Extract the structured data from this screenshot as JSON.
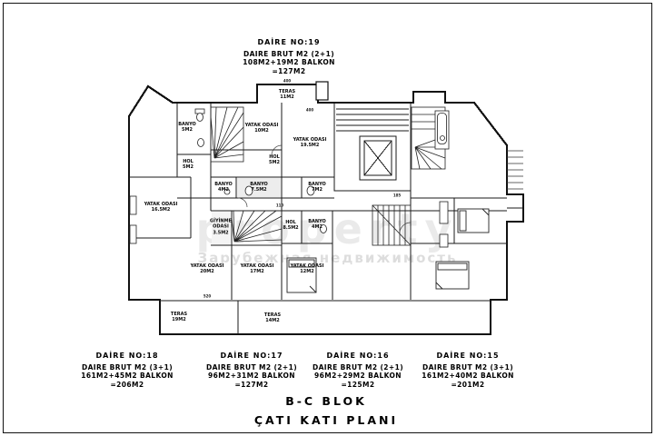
{
  "header": {
    "apartment": {
      "no": "DAİRE NO:19",
      "brut": "DAIRE BRUT M2 (2+1)",
      "area": "108M2+19M2 BALKON",
      "total": "=127M2"
    }
  },
  "plan": {
    "rooms": [
      {
        "label": "TERAS",
        "area": "11M2"
      },
      {
        "label": "BANYO",
        "area": "5M2"
      },
      {
        "label": "YATAK ODASI",
        "area": "10M2"
      },
      {
        "label": "YATAK ODASI",
        "area": "19.5M2"
      },
      {
        "label": "HOL",
        "area": "5M2"
      },
      {
        "label": "HOL",
        "area": "5M2"
      },
      {
        "label": "BANYO",
        "area": "4M2"
      },
      {
        "label": "BANYO",
        "area": "7.5M2"
      },
      {
        "label": "BANYO",
        "area": "7M2"
      },
      {
        "label": "YATAK ODASI",
        "area": "16.5M2"
      },
      {
        "label": "GİYİNME ODASI",
        "area": "3.5M2"
      },
      {
        "label": "HOL",
        "area": "8.5M2"
      },
      {
        "label": "BANYO",
        "area": "4M2"
      },
      {
        "label": "YATAK ODASI",
        "area": "20M2"
      },
      {
        "label": "YATAK ODASI",
        "area": "17M2"
      },
      {
        "label": "YATAK ODASI",
        "area": "12M2"
      },
      {
        "label": "TERAS",
        "area": "19M2"
      },
      {
        "label": "TERAS",
        "area": "14M2"
      }
    ],
    "dims": [
      {
        "value": "400"
      },
      {
        "value": "400"
      },
      {
        "value": "110"
      },
      {
        "value": "520"
      },
      {
        "value": "185"
      }
    ]
  },
  "watermark": {
    "brand": "property",
    "agency": "Зарубежная недвижимость"
  },
  "footer": {
    "apartments": [
      {
        "no": "DAİRE NO:18",
        "brut": "DAIRE BRUT M2 (3+1)",
        "area": "161M2+45M2 BALKON",
        "total": "=206M2"
      },
      {
        "no": "DAİRE NO:17",
        "brut": "DAIRE BRUT M2 (2+1)",
        "area": "96M2+31M2 BALKON",
        "total": "=127M2"
      },
      {
        "no": "DAİRE NO:16",
        "brut": "DAIRE BRUT M2 (2+1)",
        "area": "96M2+29M2 BALKON",
        "total": "=125M2"
      },
      {
        "no": "DAİRE NO:15",
        "brut": "DAIRE BRUT M2 (3+1)",
        "area": "161M2+40M2 BALKON",
        "total": "=201M2"
      }
    ],
    "block_title": "B-C BLOK",
    "plan_title": "ÇATI KATI PLANI"
  }
}
